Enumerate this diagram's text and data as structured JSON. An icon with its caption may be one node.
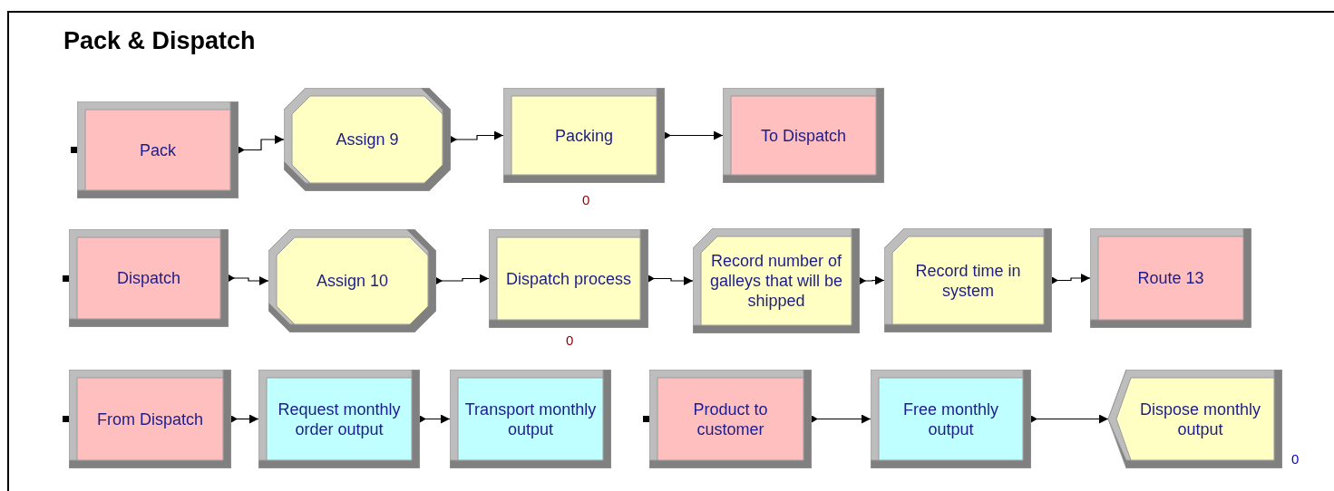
{
  "diagram": {
    "title": "Pack & Dispatch",
    "nodes": [
      {
        "text": [
          "Pack"
        ]
      },
      {
        "text": [
          "Assign 9"
        ]
      },
      {
        "text": [
          "Packing"
        ],
        "beside": [
          "0"
        ]
      },
      {
        "text": [
          "To Dispatch"
        ]
      },
      {
        "text": [
          "Dispatch"
        ]
      },
      {
        "text": [
          "Assign 10"
        ]
      },
      {
        "text": [
          "Dispatch process"
        ],
        "beside": [
          "0"
        ]
      },
      {
        "text": [
          "Record number of galleys that will be shipped"
        ]
      },
      {
        "text": [
          "Record time in system"
        ]
      },
      {
        "text": [
          "Route 13"
        ]
      },
      {
        "text": [
          "From Dispatch"
        ]
      },
      {
        "text": [
          "Request monthly order  output"
        ]
      },
      {
        "text": [
          "Transport monthly output"
        ]
      },
      {
        "text": [
          "Product to customer"
        ]
      },
      {
        "text": [
          "Free monthly output"
        ]
      },
      {
        "text": [
          "Dispose monthly output"
        ],
        "beside": [
          "0"
        ]
      }
    ],
    "edges": [
      {
        "from": 0,
        "to": 1,
        "arrow": "to"
      },
      {
        "from": 1,
        "to": 2,
        "arrow": "to"
      },
      {
        "from": 2,
        "to": 3,
        "arrow": "to"
      },
      {
        "from": 4,
        "to": 5,
        "arrow": "to"
      },
      {
        "from": 5,
        "to": 6,
        "arrow": "to"
      },
      {
        "from": 6,
        "to": 7,
        "arrow": "to"
      },
      {
        "from": 7,
        "to": 8,
        "arrow": "to"
      },
      {
        "from": 8,
        "to": 9,
        "arrow": "to"
      },
      {
        "from": 10,
        "to": 11,
        "arrow": "to"
      },
      {
        "from": 11,
        "to": 12,
        "arrow": "to"
      },
      {
        "from": 13,
        "to": 14,
        "arrow": "to"
      },
      {
        "from": 14,
        "to": 15,
        "arrow": "to"
      }
    ]
  }
}
